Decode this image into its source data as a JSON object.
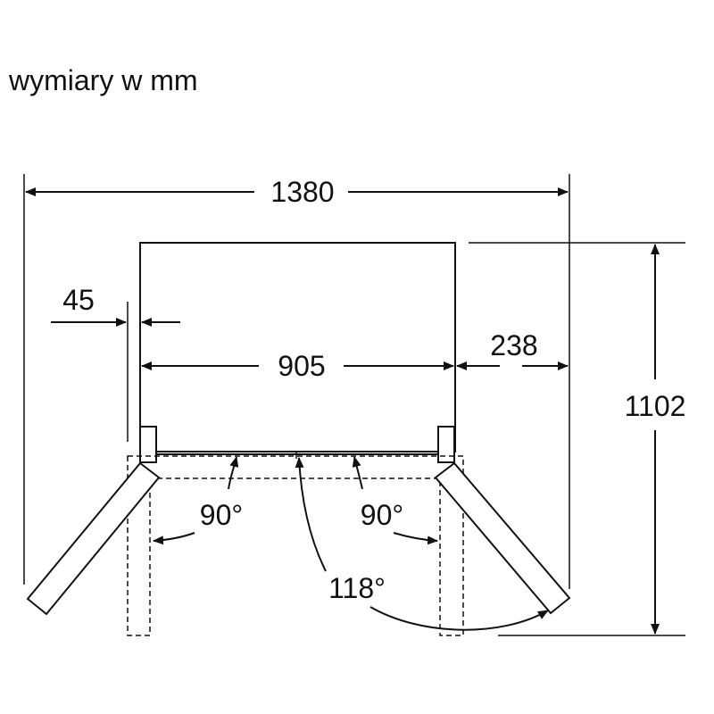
{
  "title": "wymiary w mm",
  "dimensions": {
    "overall_width": "1380",
    "side_gap": "45",
    "interior_width": "905",
    "door_clearance": "238",
    "depth": "1102"
  },
  "angles": {
    "left_door": "90°",
    "right_door": "90°",
    "max_opening": "118°"
  }
}
